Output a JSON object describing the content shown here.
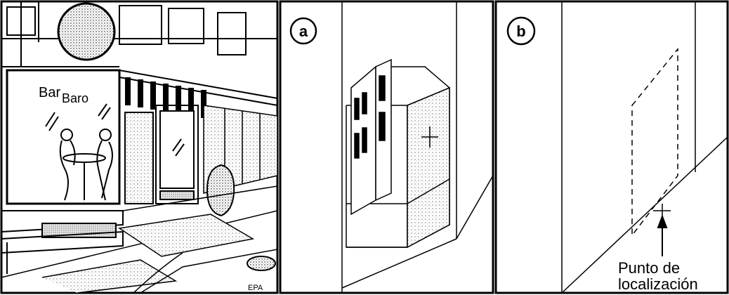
{
  "panels": {
    "street": {
      "sign_word_1": "Bar",
      "sign_word_2": "Baro",
      "signature": "EPA"
    },
    "a": {
      "label": "a"
    },
    "b": {
      "label": "b",
      "callout_line_1": "Punto de",
      "callout_line_2": "localización"
    }
  }
}
